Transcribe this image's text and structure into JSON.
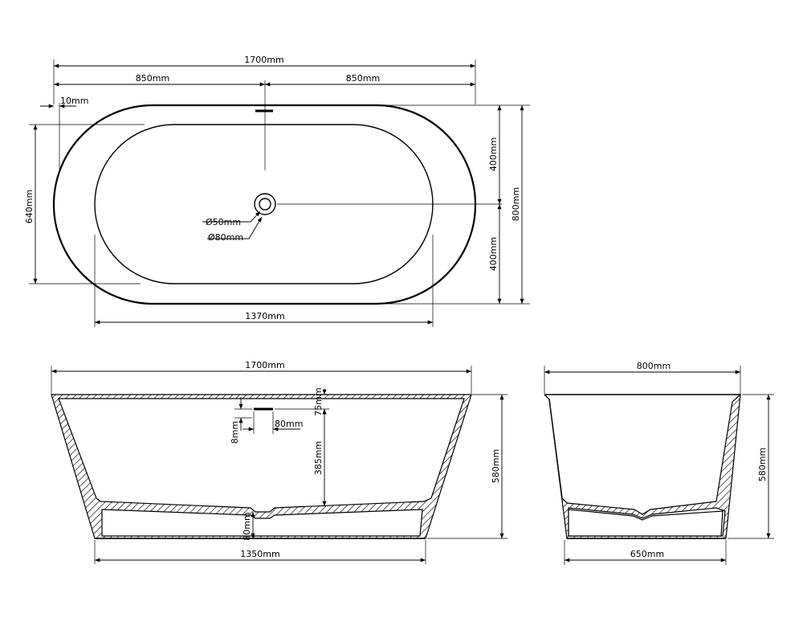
{
  "top_view": {
    "overall_length": "1700mm",
    "half_length_left": "850mm",
    "half_length_right": "850mm",
    "rim_thickness": "10mm",
    "inner_width": "640mm",
    "half_width_top": "400mm",
    "half_width_bottom": "400mm",
    "overall_width": "800mm",
    "drain_inner_diameter": "Ø50mm",
    "drain_outer_diameter": "Ø80mm",
    "inner_length": "1370mm"
  },
  "side_view": {
    "overall_length": "1700mm",
    "overflow_top_offset": "75mm",
    "overflow_height": "8mm",
    "overflow_width": "80mm",
    "overflow_to_floor": "385mm",
    "total_height": "580mm",
    "base_height": "80mm",
    "base_length": "1350mm"
  },
  "end_view": {
    "overall_width": "800mm",
    "total_height": "580mm",
    "base_width": "650mm"
  }
}
